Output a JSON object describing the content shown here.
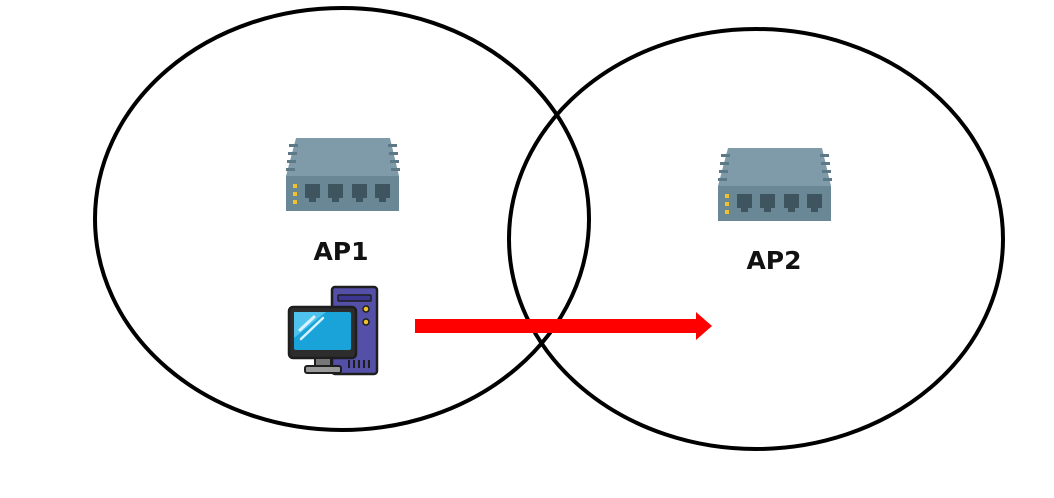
{
  "colors": {
    "background": "#ffffff",
    "circle_stroke": "#000000",
    "router_body": "#6e8c9a",
    "router_top": "#7f9aa8",
    "router_front": "#6a8796",
    "router_port": "#3e555f",
    "router_led": "#f2c12e",
    "arrow": "#ff0000",
    "monitor_frame": "#3b3b3b",
    "monitor_screen": "#1aa3d9",
    "tower": "#5450a8",
    "tower_dark": "#3b3790"
  },
  "access_points": [
    {
      "id": "ap1",
      "label": "AP1",
      "icon": "router-icon"
    },
    {
      "id": "ap2",
      "label": "AP2",
      "icon": "router-icon"
    }
  ],
  "client": {
    "icon": "desktop-computer-icon"
  },
  "roaming_arrow": {
    "from": "ap1",
    "to": "ap2",
    "icon": "right-arrow-icon"
  }
}
